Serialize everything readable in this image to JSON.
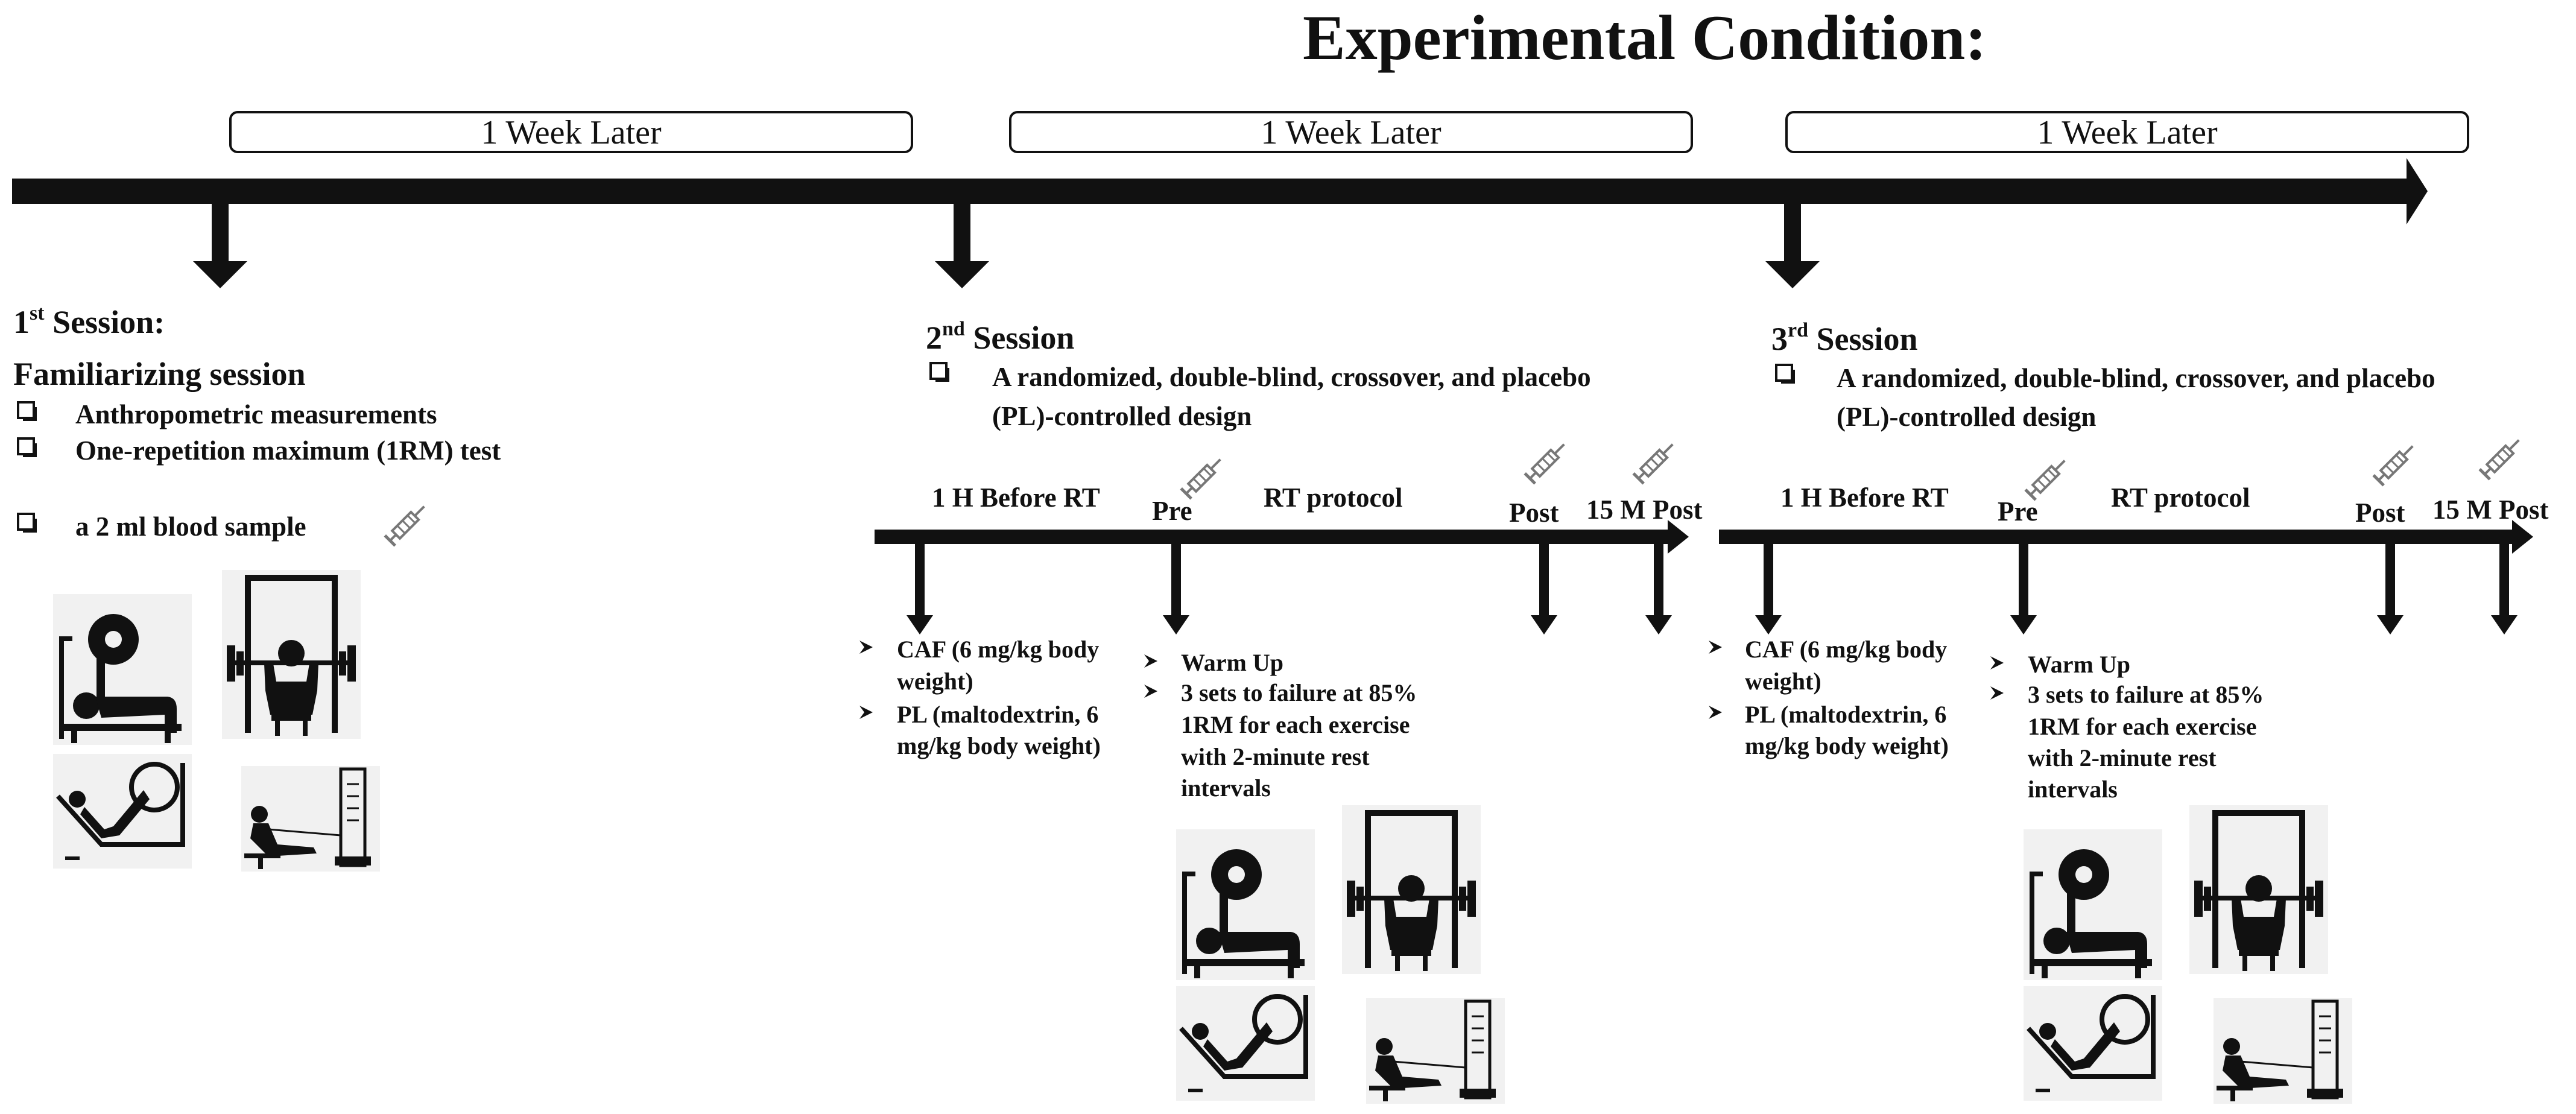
{
  "title": "Experimental Condition:",
  "week_labels": [
    "1 Week Later",
    "1 Week Later",
    "1 Week Later"
  ],
  "session1": {
    "heading_num": "1",
    "heading_sup": "st",
    "heading_rest": " Session:",
    "subheading": "Familiarizing session",
    "items": [
      "Anthropometric measurements",
      "One-repetition maximum (1RM) test",
      "a 2 ml blood sample"
    ]
  },
  "session2": {
    "heading_num": "2",
    "heading_sup": "nd",
    "heading_rest": " Session",
    "design_line1": "A randomized, double-blind, crossover, and placebo",
    "design_line2": "(PL)-controlled design",
    "timeline_labels": {
      "before": "1 H Before RT",
      "pre": "Pre",
      "protocol": "RT protocol",
      "post": "Post",
      "post15": "15 M Post"
    },
    "supplement_lines": [
      "CAF (6 mg/kg body",
      "weight)",
      "PL (maltodextrin, 6",
      "mg/kg body weight)"
    ],
    "protocol_lines": [
      "Warm Up",
      "3 sets to failure at 85%",
      "1RM for each exercise",
      "with 2-minute rest",
      "intervals"
    ]
  },
  "session3": {
    "heading_num": "3",
    "heading_sup": "rd",
    "heading_rest": " Session",
    "design_line1": "A randomized, double-blind, crossover, and placebo",
    "design_line2": "(PL)-controlled design",
    "timeline_labels": {
      "before": "1 H Before RT",
      "pre": "Pre",
      "protocol": "RT protocol",
      "post": "Post",
      "post15": "15 M Post"
    },
    "supplement_lines": [
      "CAF (6 mg/kg body",
      "weight)",
      "PL (maltodextrin, 6",
      "mg/kg body weight)"
    ],
    "protocol_lines": [
      "Warm Up",
      "3 sets to failure at 85%",
      "1RM for each exercise",
      "with 2-minute rest",
      "intervals"
    ]
  },
  "icons": {
    "syringe": "syringe-icon",
    "checkbox": "checkbox-icon",
    "bullet": "arrowhead-bullet-icon",
    "bench_press": "bench-press-icon",
    "shoulder_press": "shoulder-press-icon",
    "leg_press": "leg-press-icon",
    "seated_row": "seated-row-icon"
  },
  "colors": {
    "ink": "#111111",
    "icon_bg": "#f1f1f1"
  }
}
